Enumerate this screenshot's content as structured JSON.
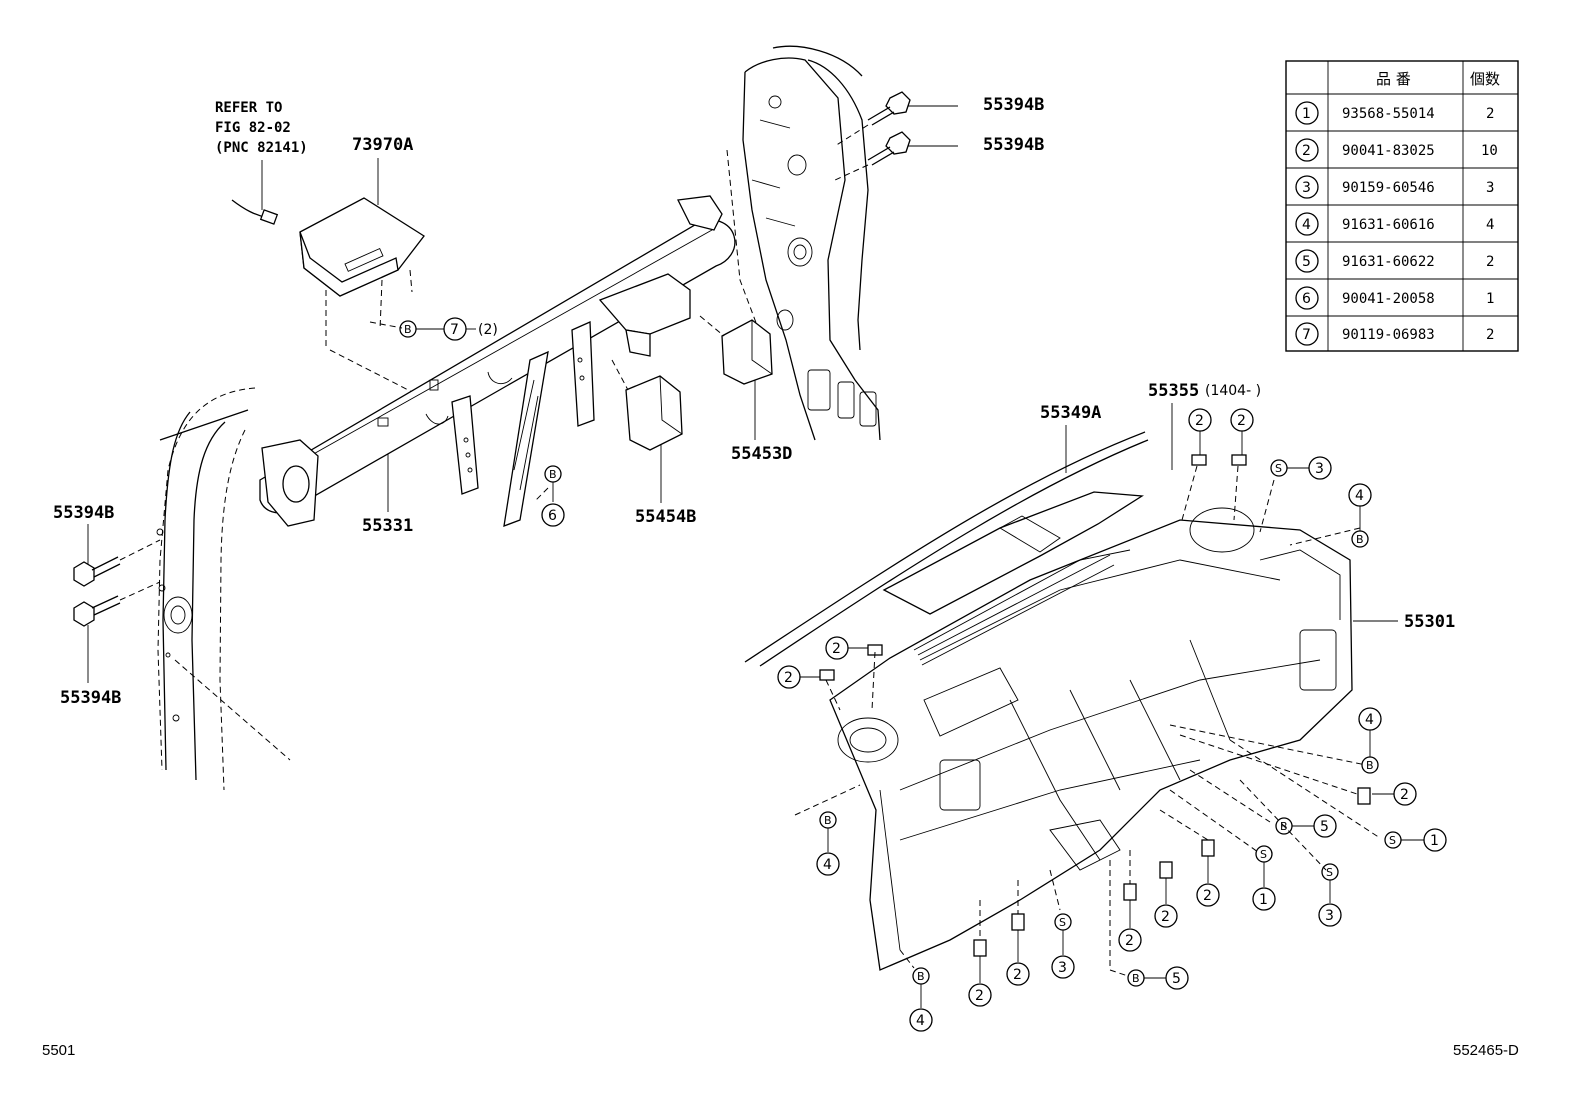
{
  "refer_note": [
    "REFER TO",
    "FIG 82-02",
    "(PNC 82141)"
  ],
  "labels": {
    "p73970A": "73970A",
    "p55394B": "55394B",
    "p55331": "55331",
    "p55454B": "55454B",
    "p55453D": "55453D",
    "p55349A": "55349A",
    "p55355": "55355",
    "p55355_note": "(1404-     )",
    "p55301": "55301",
    "qty2_suffix": "(2)"
  },
  "callout_letters": {
    "b": "B",
    "s": "S"
  },
  "table": {
    "headers": [
      "",
      "品 番",
      "個数"
    ],
    "rows": [
      {
        "no": "1",
        "part": "93568-55014",
        "qty": "2"
      },
      {
        "no": "2",
        "part": "90041-83025",
        "qty": "10"
      },
      {
        "no": "3",
        "part": "90159-60546",
        "qty": "3"
      },
      {
        "no": "4",
        "part": "91631-60616",
        "qty": "4"
      },
      {
        "no": "5",
        "part": "91631-60622",
        "qty": "2"
      },
      {
        "no": "6",
        "part": "90041-20058",
        "qty": "1"
      },
      {
        "no": "7",
        "part": "90119-06983",
        "qty": "2"
      }
    ]
  },
  "footer": {
    "left": "5501",
    "right": "552465-D"
  }
}
